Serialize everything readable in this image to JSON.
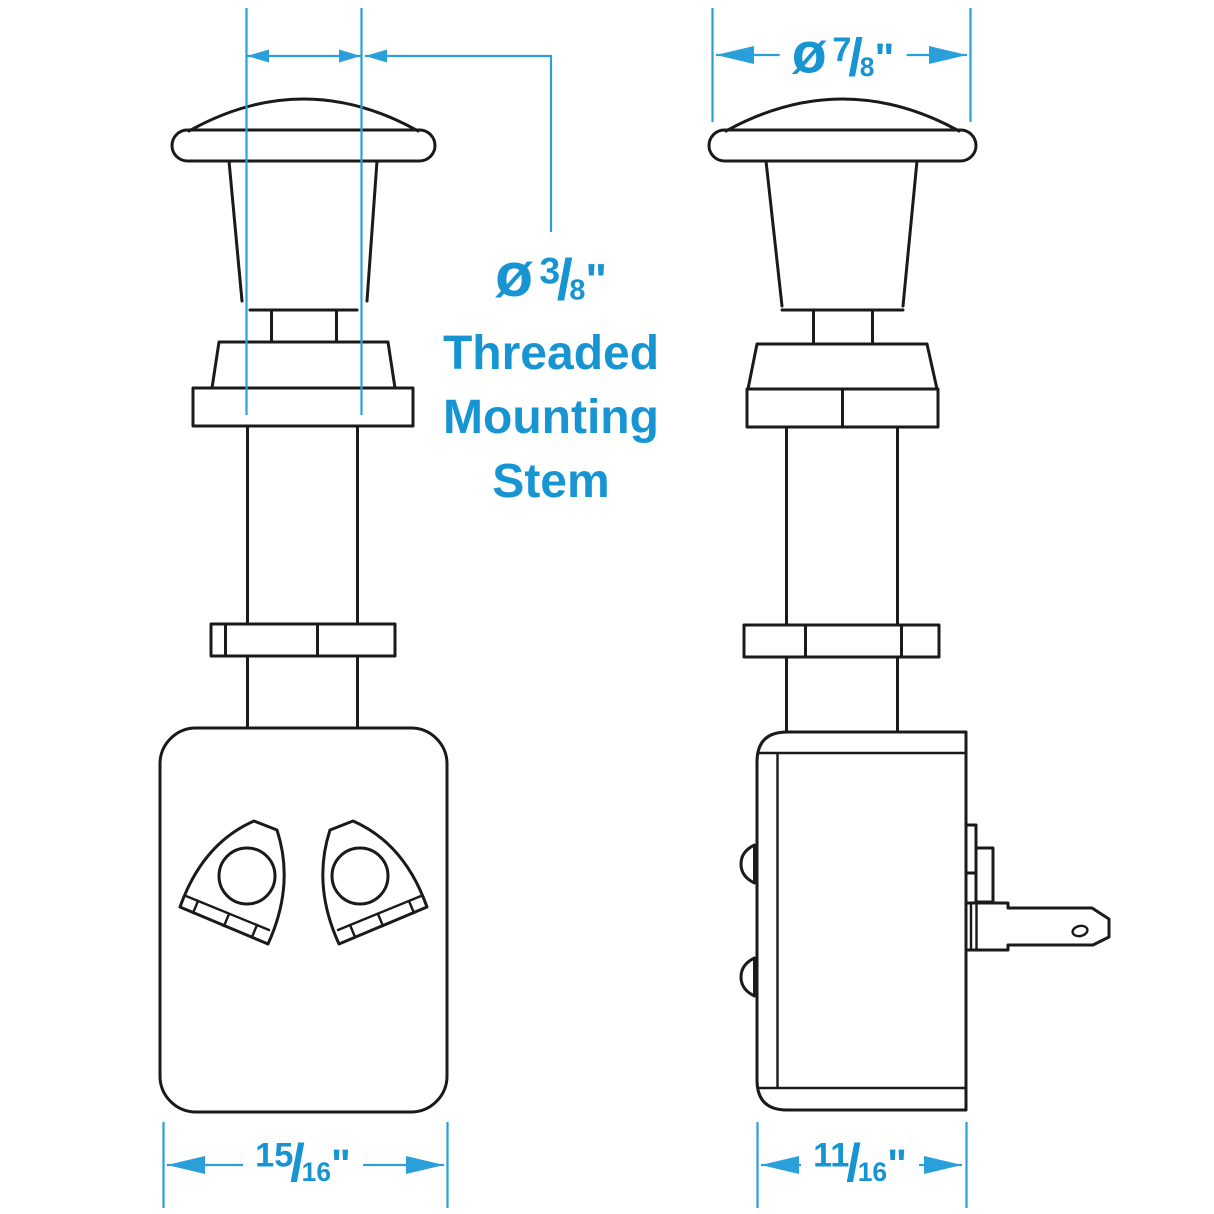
{
  "colors": {
    "background": "#ffffff",
    "drawing_line": "#1a1a1a",
    "dimension_blue": "#2b9fd9",
    "label_blue": "#1795d3"
  },
  "symbols": {
    "slash": "/"
  },
  "labels": {
    "knob_diameter": {
      "symbol": "ø",
      "numerator": "7",
      "denominator": "8",
      "unit": "\""
    },
    "stem_callout": {
      "symbol": "ø",
      "numerator": "3",
      "denominator": "8",
      "unit": "\"",
      "caption_lines": [
        "Threaded",
        "Mounting",
        "Stem"
      ]
    },
    "front_body_width": {
      "numerator": "15",
      "denominator": "16",
      "unit": "\""
    },
    "side_body_width": {
      "numerator": "11",
      "denominator": "16",
      "unit": "\""
    }
  }
}
